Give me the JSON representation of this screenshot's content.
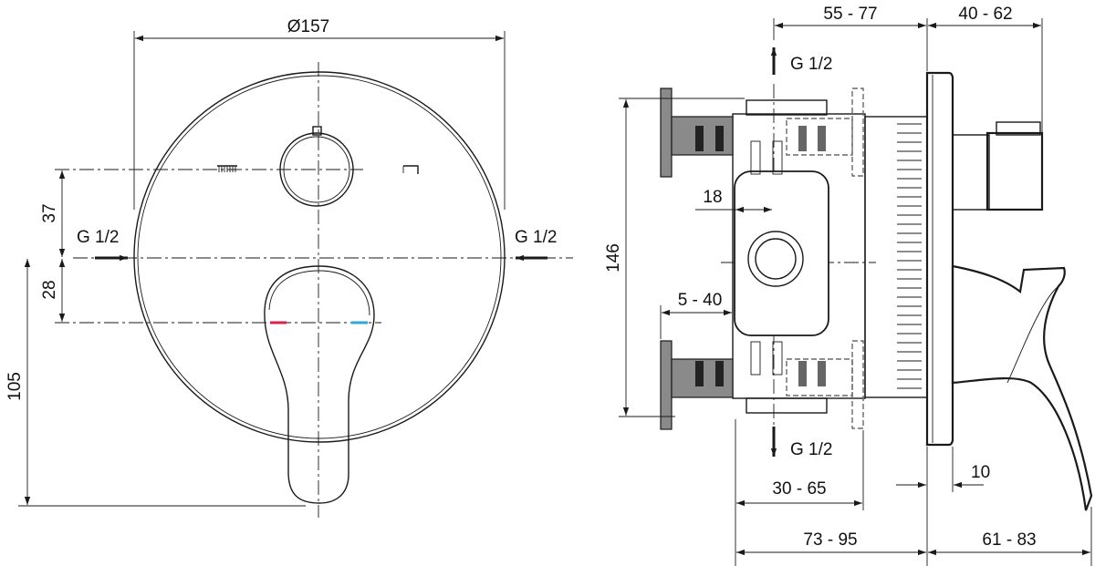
{
  "front_view": {
    "diameter_label": "Ø157",
    "dim_37": "37",
    "dim_28": "28",
    "dim_105": "105",
    "inlet_left": "G 1/2",
    "inlet_right": "G 1/2",
    "hot_color": "#d8234a",
    "cold_color": "#2ea8d6"
  },
  "side_view": {
    "dim_top_a": "55 - 77",
    "dim_top_b": "40 - 62",
    "outlet_top": "G 1/2",
    "outlet_bottom": "G 1/2",
    "dim_146": "146",
    "dim_18": "18",
    "dim_5_40": "5 - 40",
    "dim_30_65": "30 - 65",
    "dim_10": "10",
    "dim_73_95": "73 - 95",
    "dim_61_83": "61 - 83"
  }
}
